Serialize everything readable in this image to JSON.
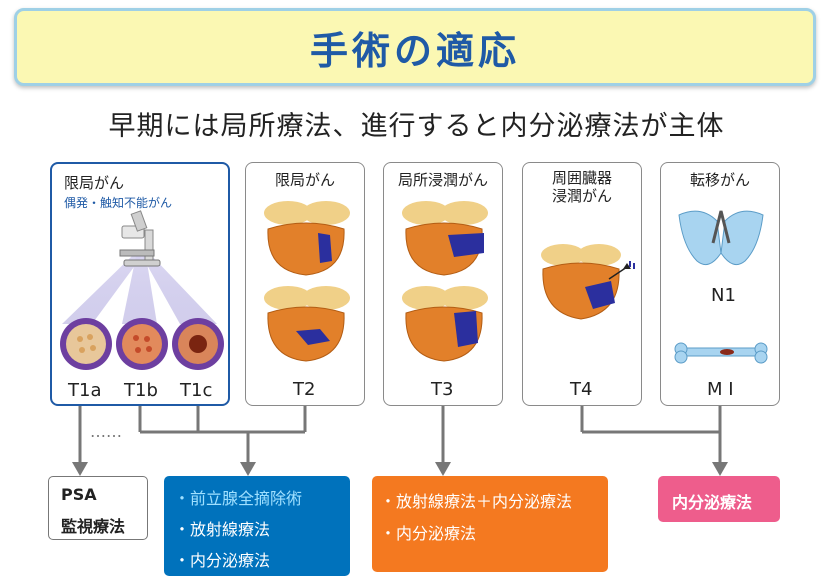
{
  "title": "手術の適応",
  "subtitle": "早期には局所療法、進行すると内分泌療法が主体",
  "panels": [
    {
      "title": "限局がん",
      "note": "偶発・触知不能がん",
      "labels": [
        "T1a",
        "T1b",
        "T1c"
      ]
    },
    {
      "title": "限局がん",
      "labels": [
        "T2"
      ]
    },
    {
      "title": "局所浸潤がん",
      "labels": [
        "T3"
      ]
    },
    {
      "title_line1": "周囲臓器",
      "title_line2": "浸潤がん",
      "labels": [
        "T4"
      ]
    },
    {
      "title": "転移がん",
      "labels": [
        "N1",
        "M I"
      ]
    }
  ],
  "dotted_connector": "……",
  "treatments": [
    {
      "line1": "PSA",
      "line2": "監視療法"
    },
    {
      "items": [
        "・前立腺全摘除術",
        "・放射線療法",
        "・内分泌療法"
      ]
    },
    {
      "items": [
        "・放射線療法＋内分泌療法",
        "・内分泌療法"
      ]
    },
    {
      "items": [
        "内分泌療法"
      ]
    }
  ],
  "colors": {
    "title_bg": "#fbf8b3",
    "title_border": "#9fd0e6",
    "title_text": "#1f5aa6",
    "blue_box": "#0072bc",
    "orange_box": "#f47920",
    "pink_box": "#ee5d8c",
    "prostate": "#e2802a",
    "tumor": "#2b2f9e",
    "bone": "#a8d4f0"
  }
}
